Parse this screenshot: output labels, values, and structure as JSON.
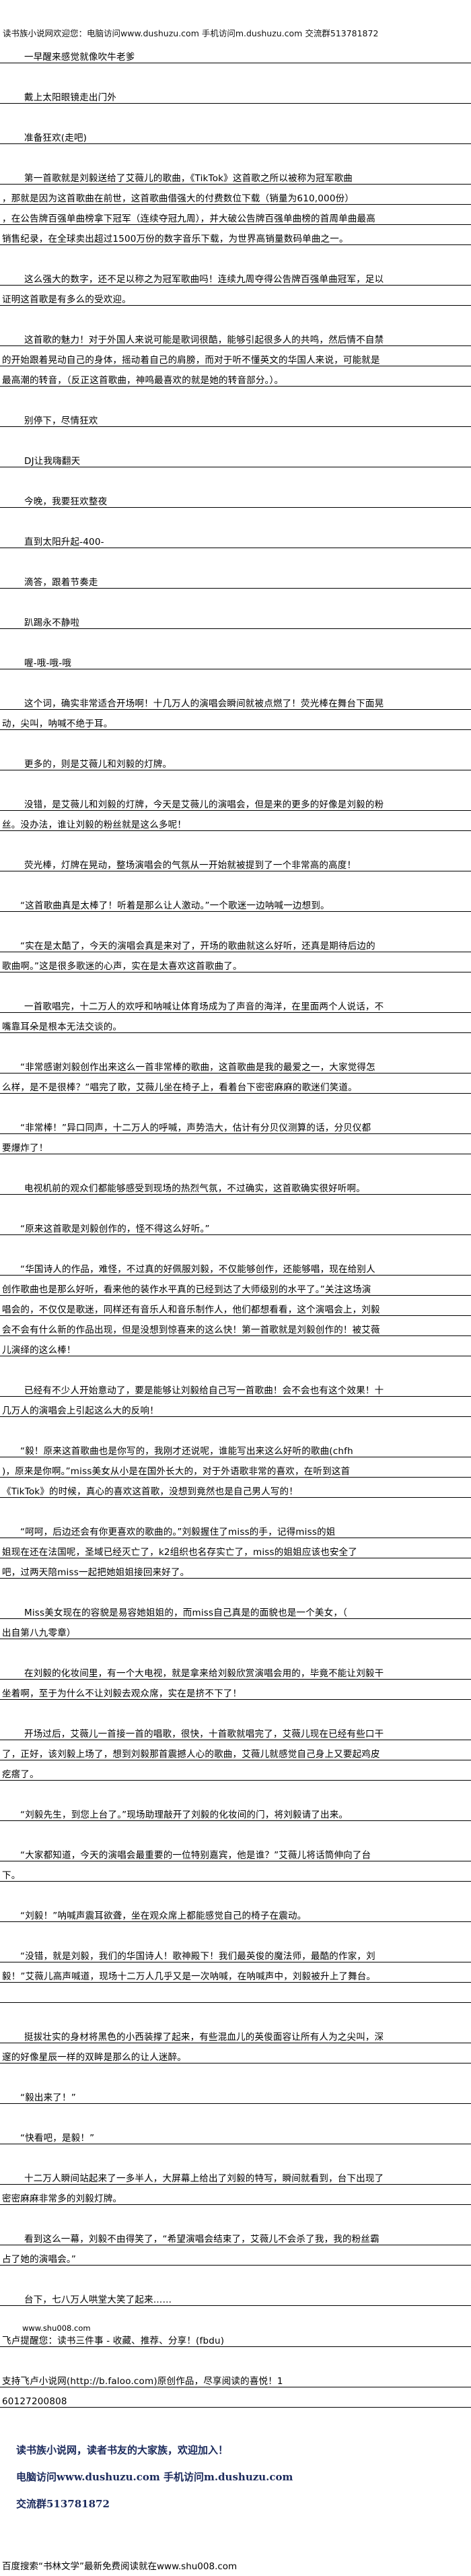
{
  "header_notice": "读书族小说网欢迎您：电脑访问www.dushuzu.com 手机访问m.dushuzu.com 交流群513781872",
  "paragraphs": [
    [
      "一早醒来感觉就像吹牛老爹"
    ],
    [
      "戴上太阳眼镜走出门外"
    ],
    [
      "准备狂欢(走吧)"
    ],
    [
      "第一首歌就是刘毅送给了艾薇儿的歌曲，《TikTok》这首歌之所以被称为冠军歌曲",
      "，那就是因为这首歌曲在前世，这首歌曲借强大的付费数位下载（销量为610,000份）",
      "，在公告牌百强单曲榜拿下冠军（连续夺冠九周），并大破公告牌百强单曲榜的首周单曲最高",
      "销售纪录，在全球卖出超过1500万份的数字音乐下载，为世界高销量数码单曲之一。"
    ],
    [
      "这么强大的数字，还不足以称之为冠军歌曲吗！连续九周夺得公告牌百强单曲冠军，足以",
      "证明这首歌是有多么的受欢迎。"
    ],
    [
      "这首歌的魅力！对于外国人来说可能是歌词很酷，能够引起很多人的共鸣，然后情不自禁",
      "的开始跟着晃动自己的身体，摇动着自己的肩膀，而对于听不懂英文的华国人来说，可能就是",
      "最高潮的转音，（反正这首歌曲，神鸣最喜欢的就是她的转音部分。）。"
    ],
    [
      "别停下，尽情狂欢"
    ],
    [
      "DJ让我嗨翻天"
    ],
    [
      "今晚，我要狂欢整夜"
    ],
    [
      "直到太阳升起-400-"
    ],
    [
      "滴答，跟着节奏走"
    ],
    [
      "趴踢永不静啦"
    ],
    [
      "喔-哦-哦-哦"
    ],
    [
      "这个词，确实非常适合开场啊！十几万人的演唱会瞬间就被点燃了！荧光棒在舞台下面晃",
      "动，尖叫，呐喊不绝于耳。"
    ],
    [
      "更多的，则是艾薇儿和刘毅的灯牌。"
    ],
    [
      "没错，是艾薇儿和刘毅的灯牌，今天是艾薇儿的演唱会，但是来的更多的好像是刘毅的粉",
      "丝。没办法，谁让刘毅的粉丝就是这么多呢！"
    ],
    [
      "荧光棒，灯牌在晃动，整场演唱会的气氛从一开始就被提到了一个非常高的高度！"
    ],
    [
      "“这首歌曲真是太棒了！听着是那么让人激动。”一个歌迷一边呐喊一边想到。"
    ],
    [
      "“实在是太酷了，今天的演唱会真是来对了，开场的歌曲就这么好听，还真是期待后边的",
      "歌曲啊。”这是很多歌迷的心声，实在是太喜欢这首歌曲了。"
    ],
    [
      "一首歌唱完，十二万人的欢呼和呐喊让体育场成为了声音的海洋，在里面两个人说话，不",
      "嘴靠耳朵是根本无法交谈的。"
    ],
    [
      "“非常感谢刘毅创作出来这么一首非常棒的歌曲，这首歌曲是我的最爱之一，大家觉得怎",
      "么样，是不是很棒？”唱完了歌，艾薇儿坐在椅子上，看着台下密密麻麻的歌迷们笑道。"
    ],
    [
      "“非常棒！”异口同声，十二万人的呼喊，声势浩大，估计有分贝仪测算的话，分贝仪都",
      "要爆炸了！"
    ],
    [
      "电视机前的观众们都能够感受到现场的热烈气氛，不过确实，这首歌确实很好听啊。"
    ],
    [
      "“原来这首歌是刘毅创作的，怪不得这么好听。”"
    ],
    [
      "“华国诗人的作品，难怪，不过真的好佩服刘毅，不仅能够创作，还能够唱，现在给别人",
      "创作歌曲也是那么好听，看来他的装作水平真的已经到达了大师级别的水平了。”关注这场演",
      "唱会的，不仅仅是歌迷，同样还有音乐人和音乐制作人，他们都想看看，这个演唱会上，刘毅",
      "会不会有什么新的作品出现，但是没想到惊喜来的这么快！第一首歌就是刘毅创作的！被艾薇",
      "儿演绎的这么棒！"
    ],
    [
      "已经有不少人开始意动了，要是能够让刘毅给自己写一首歌曲！会不会也有这个效果！十",
      "几万人的演唱会上引起这么大的反响！"
    ],
    [
      "“毅！原来这首歌曲也是你写的，我刚才还说呢，谁能写出来这么好听的歌曲(chfh",
      ")，原来是你啊。”miss美女从小是在国外长大的，对于外语歌非常的喜欢，在听到这首",
      "《TikTok》的时候，真心的喜欢这首歌，没想到竟然也是自己男人写的！"
    ],
    [
      "“呵呵，后边还会有你更喜欢的歌曲的。”刘毅握住了miss的手，记得miss的姐",
      "姐现在还在法国呢，圣域已经灭亡了，k2组织也名存实亡了，miss的姐姐应该也安全了",
      "吧，过两天陪miss一起把她姐姐接回来好了。"
    ],
    [
      "Miss美女现在的容貌是易容她姐姐的，而miss自己真是的面貌也是一个美女，（",
      "出自第八九零章）"
    ],
    [
      "在刘毅的化妆间里，有一个大电视，就是拿来给刘毅欣赏演唱会用的，毕竟不能让刘毅干",
      "坐着啊，至于为什么不让刘毅去观众席，实在是挤不下了！"
    ],
    [
      "开场过后，艾薇儿一首接一首的唱歌，很快，十首歌就唱完了，艾薇儿现在已经有些口干",
      "了，正好，该刘毅上场了，想到刘毅那首震撼人心的歌曲，艾薇儿就感觉自己身上又要起鸡皮",
      "疙瘩了。"
    ],
    [
      "“刘毅先生，到您上台了。”现场助理敲开了刘毅的化妆间的门，将刘毅请了出来。"
    ],
    [
      "“大家都知道，今天的演唱会最重要的一位特别嘉宾，他是谁？”艾薇儿将话筒伸向了台",
      "下。"
    ],
    [
      "“刘毅！”呐喊声震耳欲聋，坐在观众席上都能感觉自己的椅子在震动。"
    ],
    [
      "“没错，就是刘毅，我们的华国诗人！歌神殿下！我们最英俊的魔法师，最酷的作家，刘",
      "毅！”艾薇儿高声喊道，现场十二万人几乎又是一次呐喊，在呐喊声中，刘毅被升上了舞台。",
      ""
    ],
    [
      "挺拔壮实的身材将黑色的小西装撑了起来，有些混血儿的英俊面容让所有人为之尖叫，深",
      "邃的好像星辰一样的双眸是那么的让人迷醉。"
    ],
    [
      "“毅出来了！”"
    ],
    [
      "“快看吧，是毅！”"
    ],
    [
      "十二万人瞬间站起来了一多半人，大屏幕上给出了刘毅的特写，瞬间就看到，台下出现了",
      "密密麻麻非常多的刘毅灯牌。"
    ],
    [
      "看到这么一幕，刘毅不由得笑了，“希望演唱会结束了，艾薇儿不会杀了我，我的粉丝霸",
      "占了她的演唱会。”"
    ],
    [
      "台下，七八万人哄堂大笑了起来……"
    ]
  ],
  "tail": {
    "site": "www.shu008.com",
    "faloo_reminder": "飞卢提醒您：读书三件事 - 收藏、推荐、分享！(fbdu)",
    "faloo_support": "支持飞卢小说网(http://b.faloo.com)原创作品，尽享阅读的喜悦！1",
    "code": "60127200808"
  },
  "notice_box": {
    "welcome": "读书族小说网，读者书友的大家族，欢迎加入！",
    "access": "电脑访问www.dushuzu.com 手机访问m.dushuzu.com",
    "group": "交流群513781872"
  },
  "baidu_line": "百度搜索“书林文学”最新免费阅读就在www.shu008.com"
}
